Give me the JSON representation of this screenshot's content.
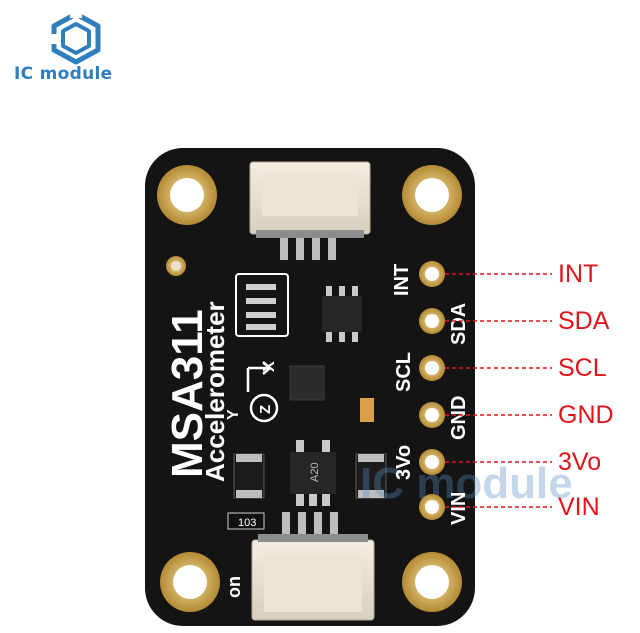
{
  "brand": {
    "name": "IC module",
    "logo_icon": "hexagon-logo-icon",
    "color": "#2f7fbe",
    "watermark": "IC module"
  },
  "board": {
    "model": "MSA311",
    "subtitle": "Accelerometer",
    "axis_labels": {
      "x": "X",
      "y": "Y",
      "z": "Z"
    },
    "silk_pins": [
      "INT",
      "SDA",
      "SCL",
      "GND",
      "3Vo",
      "VIN"
    ],
    "switch_label": "on",
    "resistor_code": "103",
    "ic_code": "A20",
    "pcb_color": "#141414"
  },
  "callouts": {
    "color": "#e2141b",
    "labels": [
      "INT",
      "SDA",
      "SCL",
      "GND",
      "3Vo",
      "VIN"
    ]
  }
}
